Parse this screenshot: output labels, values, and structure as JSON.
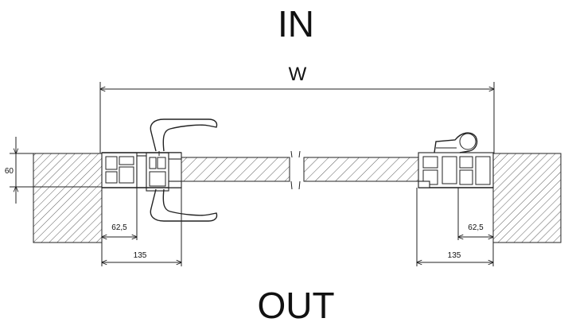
{
  "labels": {
    "inside": "IN",
    "outside": "OUT",
    "width": "W"
  },
  "dimensions": {
    "wall_depth": "60",
    "frame_depth_left": "62,5",
    "frame_depth_right": "62,5",
    "overall_left": "135",
    "overall_right": "135"
  },
  "colors": {
    "line": "#222222",
    "background": "#ffffff"
  }
}
